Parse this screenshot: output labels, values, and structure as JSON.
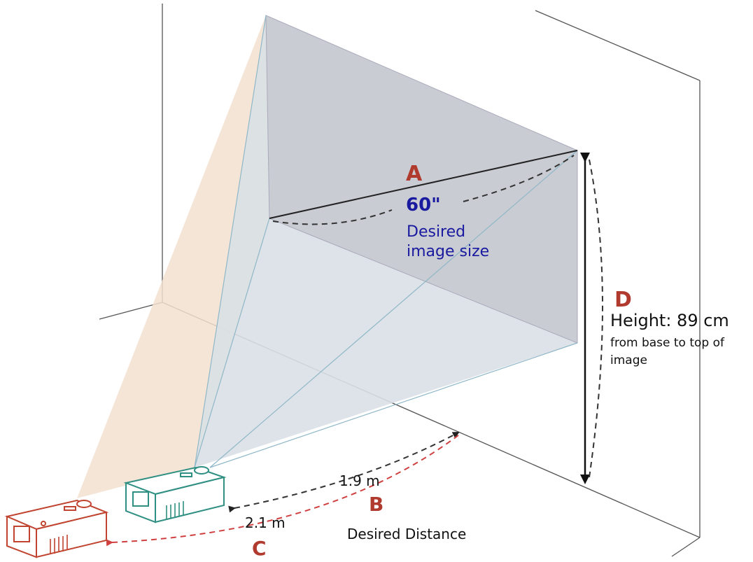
{
  "labels": {
    "a_letter": "A",
    "size_value": "60\"",
    "size_line1": "Desired",
    "size_line2": "image size",
    "d_letter": "D",
    "height_text": "Height: 89 cm",
    "height_sub1": "from base to top of",
    "height_sub2": "image",
    "dist_near": "1.9 m",
    "b_letter": "B",
    "desired_distance": "Desired Distance",
    "dist_far": "2.1 m",
    "c_letter": "C"
  },
  "colors": {
    "letter_red": "#b03a2e",
    "size_blue": "#1a1aa0",
    "text_black": "#111111",
    "line_gray": "#444444",
    "screen_fill": "#c9ccd2",
    "beam_fill": "#d9e0e6",
    "beam_far_fill": "#f3e0d0",
    "projector_near": "#2e8f82",
    "projector_far": "#c0442f",
    "dash_near": "#333333",
    "dash_far": "#d04040"
  },
  "icons": {
    "projector_near": "projector-icon",
    "projector_far": "projector-icon"
  }
}
